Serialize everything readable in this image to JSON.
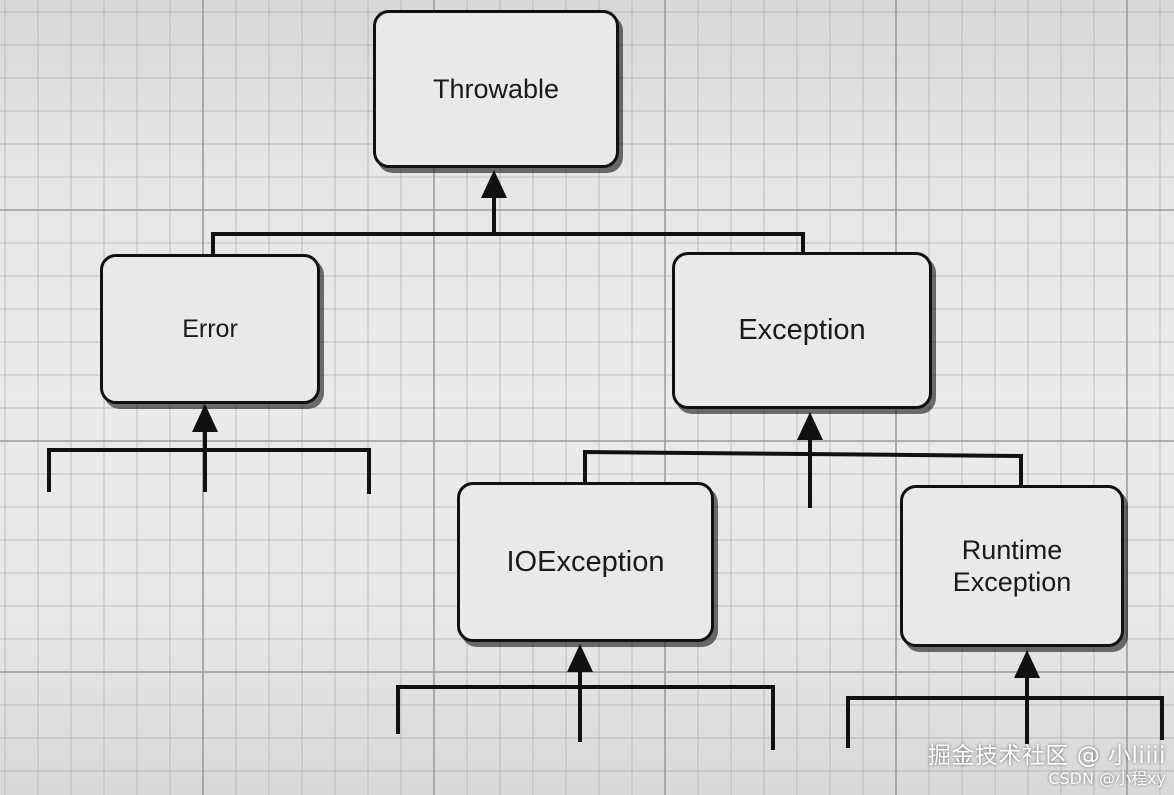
{
  "diagram": {
    "nodes": {
      "throwable": {
        "label": "Throwable"
      },
      "error": {
        "label": "Error"
      },
      "exception": {
        "label": "Exception"
      },
      "ioexception": {
        "label": "IOException"
      },
      "runtime_exception": {
        "label": "Runtime\nException"
      }
    },
    "edges": [
      {
        "from": "error",
        "to": "throwable"
      },
      {
        "from": "exception",
        "to": "throwable"
      },
      {
        "from": "ioexception",
        "to": "exception"
      },
      {
        "from": "runtime_exception",
        "to": "exception"
      }
    ]
  },
  "watermark": {
    "line1": "掘金技术社区 @ 小liiii",
    "line2": "CSDN @小程xy"
  },
  "colors": {
    "paper": "#e8e7e5",
    "grid_line": "#9a9a9a",
    "node_fill": "#e9e9e9",
    "ink": "#111111",
    "watermark_text": "#ffffff"
  }
}
